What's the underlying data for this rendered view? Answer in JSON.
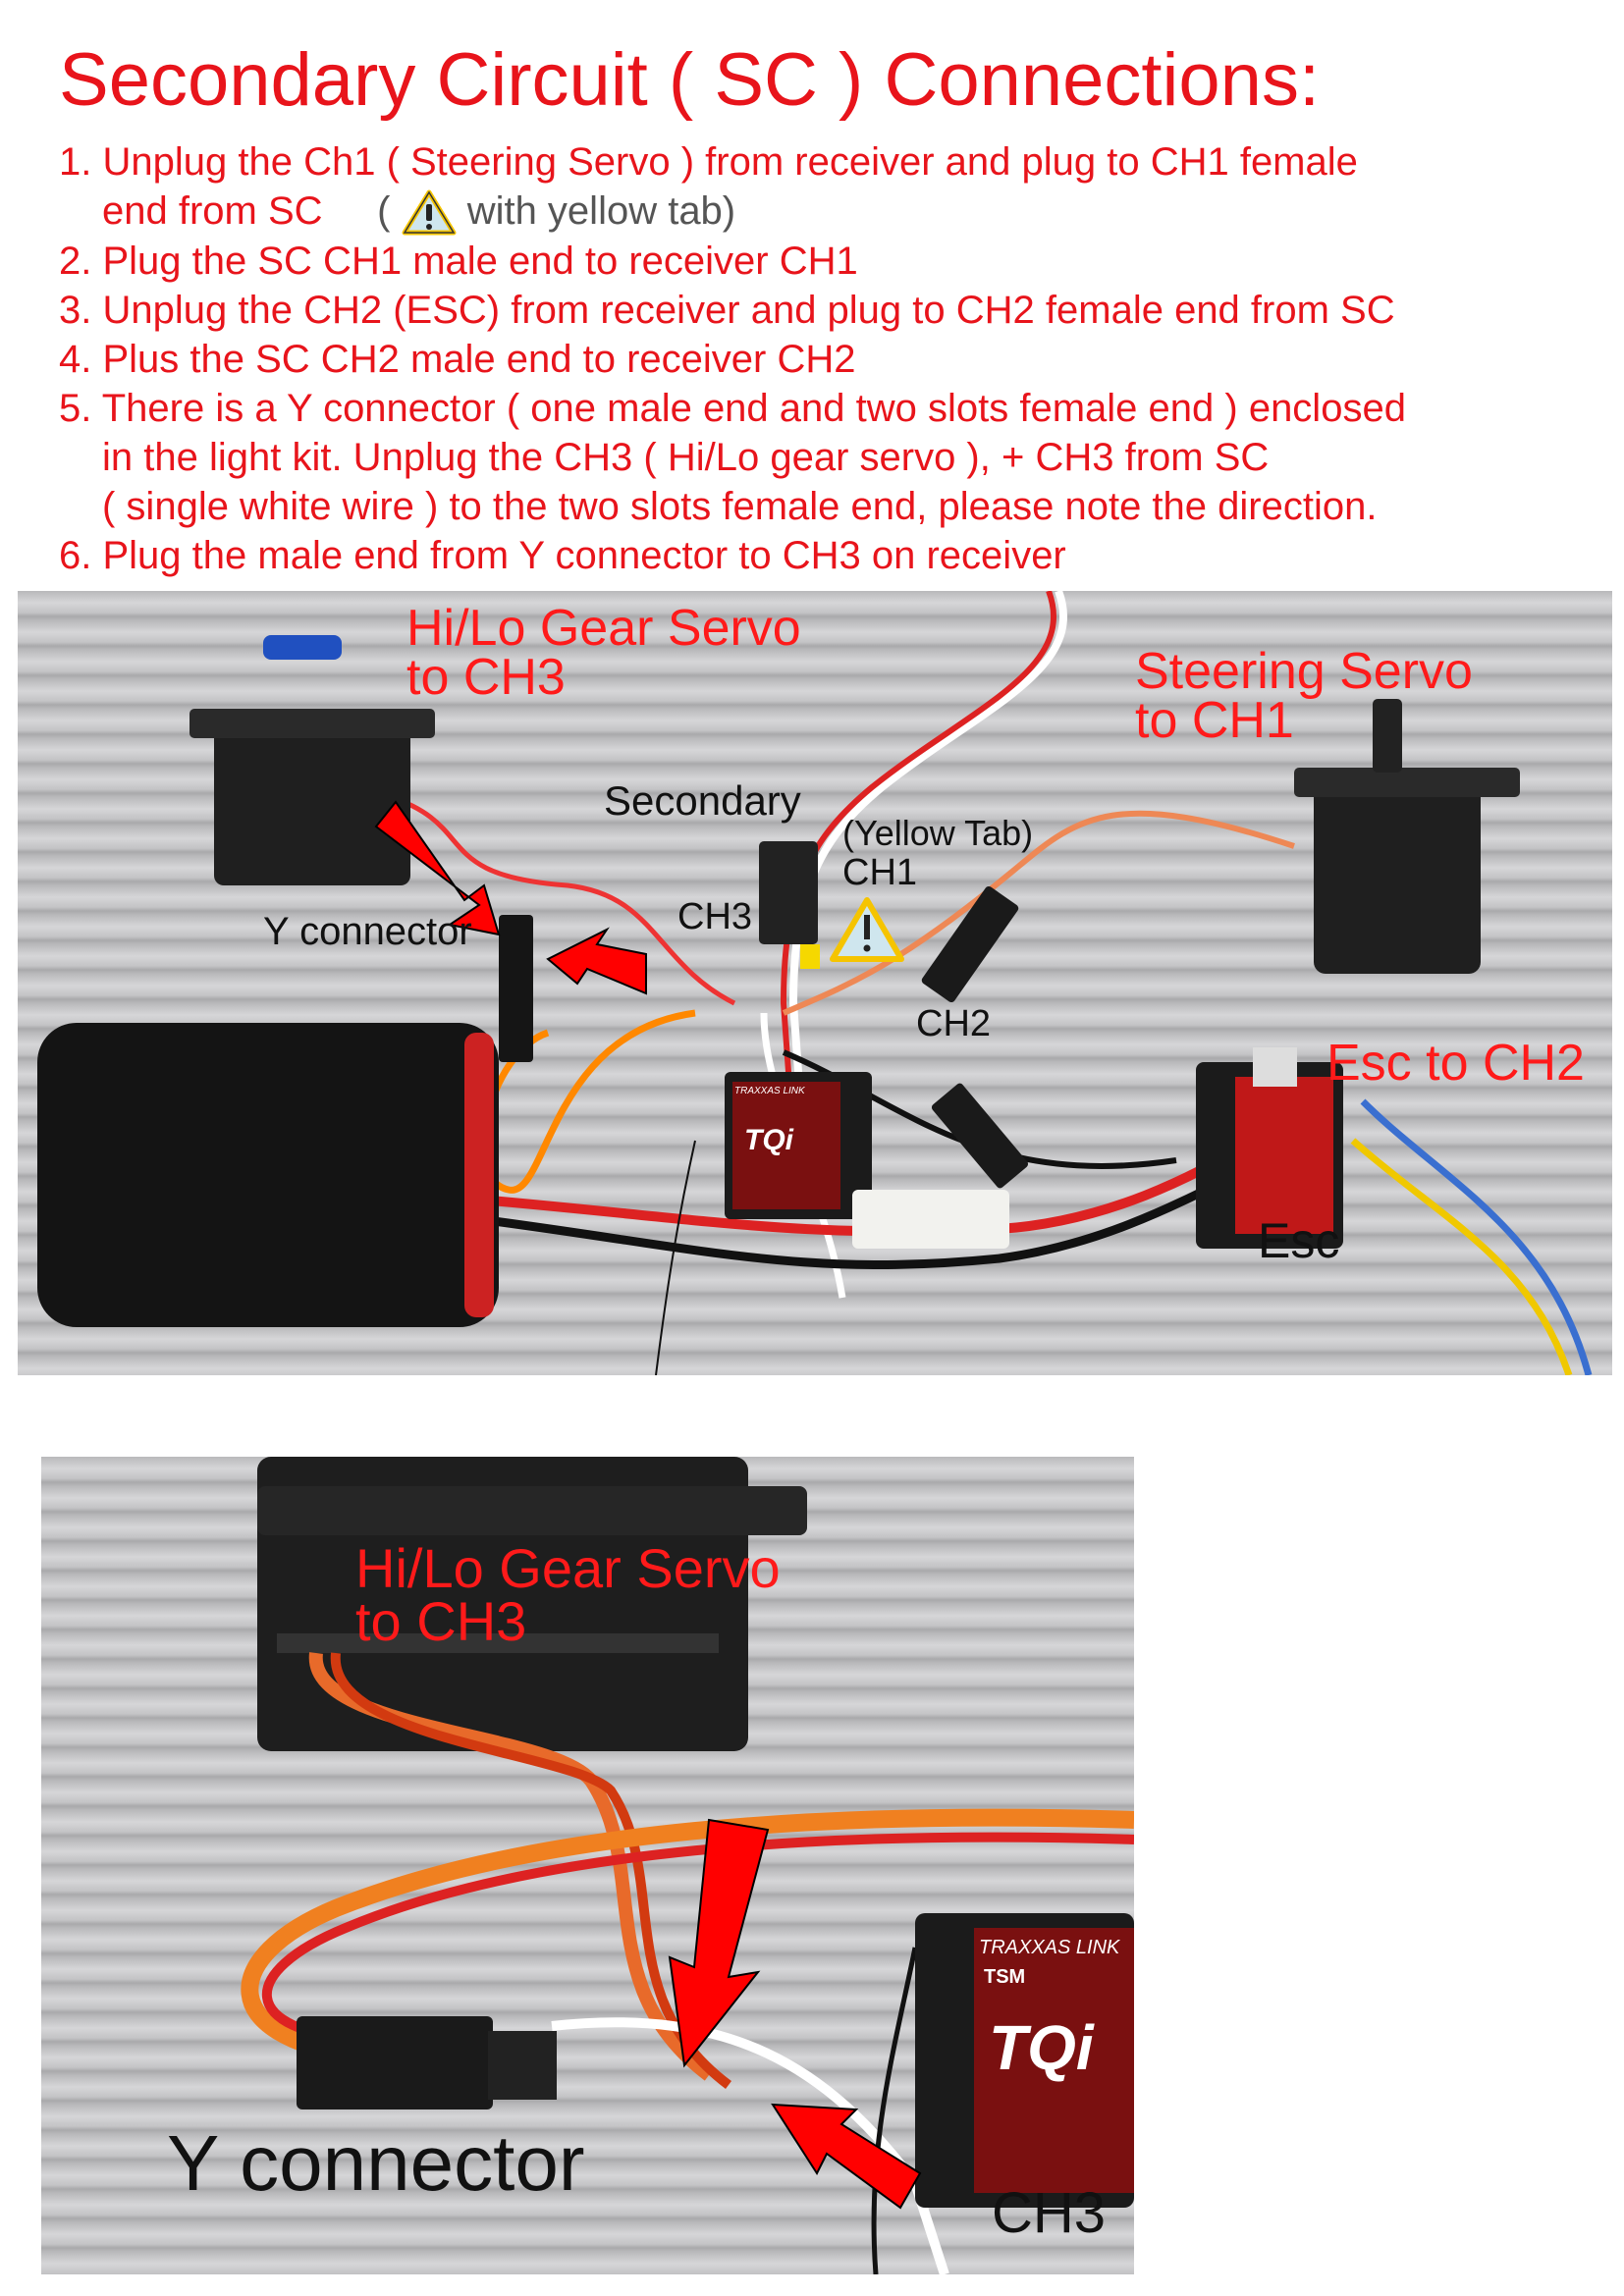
{
  "title": "Secondary Circuit ( SC ) Connections:",
  "steps": [
    {
      "num": "1.",
      "text": "Unplug the Ch1 ( Steering Servo ) from receiver and plug to CH1 female",
      "cont": "end from SC",
      "note_open": "(",
      "note_text": "with yellow tab)"
    },
    {
      "num": "2.",
      "text": "Plug the SC CH1 male end to receiver CH1"
    },
    {
      "num": "3.",
      "text": "Unplug the CH2 (ESC) from receiver and plug to CH2 female end from SC"
    },
    {
      "num": "4.",
      "text": "Plus the SC CH2 male end to receiver CH2"
    },
    {
      "num": "5.",
      "text": "There is a Y connector ( one male end and two slots female end ) enclosed",
      "cont": "in the light kit.  Unplug the CH3 ( Hi/Lo gear servo ), + CH3 from SC",
      "cont2": "( single white wire ) to the two slots female end, please note the direction."
    },
    {
      "num": "6.",
      "text": "Plug the male end from Y connector to CH3 on receiver"
    }
  ],
  "photo1": {
    "hilo_line1": "Hi/Lo Gear Servo",
    "hilo_line2": "to CH3",
    "steer_line1": "Steering Servo",
    "steer_line2": "to CH1",
    "secondary": "Secondary",
    "yellow_tab": "(Yellow Tab)",
    "ch1": "CH1",
    "ch3": "CH3",
    "y_connector": "Y connector",
    "ch2": "CH2",
    "esc_to_ch2": "Esc to CH2",
    "esc": "Esc",
    "receiver_brand": "TRAXXAS LINK",
    "receiver_model": "TQi"
  },
  "photo2": {
    "hilo_line1": "Hi/Lo Gear Servo",
    "hilo_line2": "to CH3",
    "y_connector": "Y connector",
    "ch3": "CH3",
    "receiver_brand": "TRAXXAS LINK",
    "receiver_tsm": "TSM",
    "receiver_model": "TQi"
  },
  "colors": {
    "label_red": "#e8141b",
    "arrow_red": "#ff0000",
    "warning_yellow": "#f5c400"
  }
}
